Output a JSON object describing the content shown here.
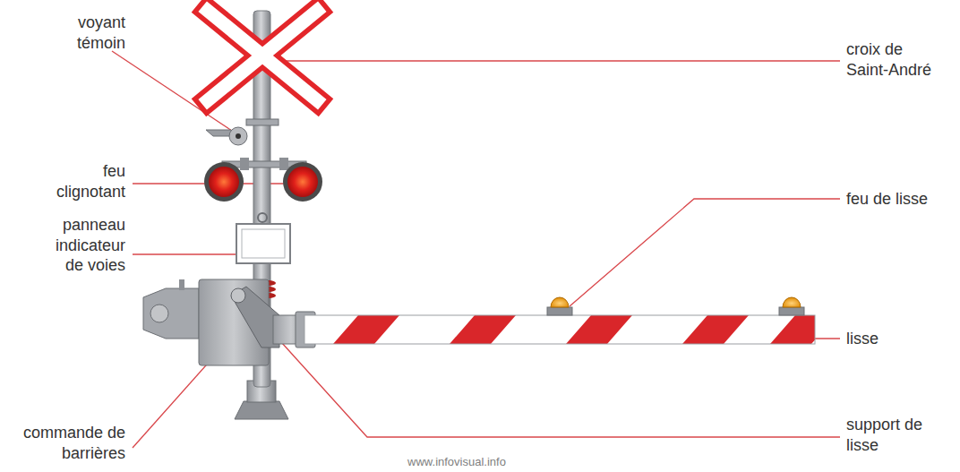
{
  "diagram": {
    "labels": [
      "voyant témoin",
      "croix de Saint-André",
      "feu clignotant",
      "feu de lisse",
      "panneau indicateur de voies",
      "lisse",
      "commande de barrières",
      "support de lisse",
      "www.infovisual.info"
    ]
  }
}
